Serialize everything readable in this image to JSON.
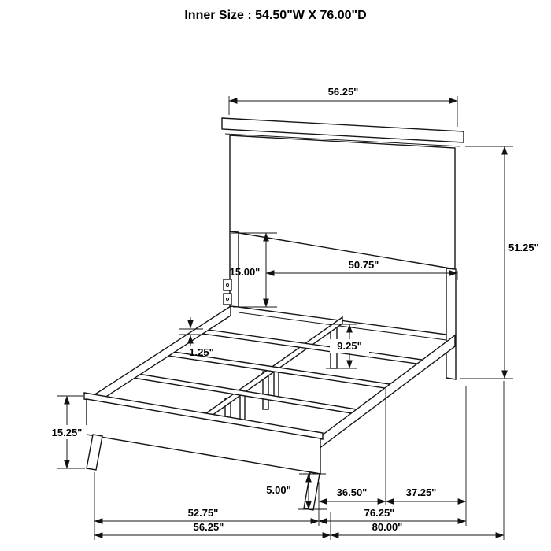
{
  "title": "Inner Size : 54.50\"W X 76.00\"D",
  "dims": {
    "top_width": "56.25\"",
    "headboard_height": "51.25\"",
    "inner_width": "50.75\"",
    "panel_gap": "15.00\"",
    "slat_thickness": "1.25\"",
    "support_height": "9.25\"",
    "footboard_height": "15.25\"",
    "leg_height": "5.00\"",
    "foot_span": "36.50\"",
    "head_span": "37.25\"",
    "depth_a": "52.75\"",
    "depth_b": "76.25\"",
    "bottom_width": "56.25\"",
    "overall_depth": "80.00\""
  }
}
